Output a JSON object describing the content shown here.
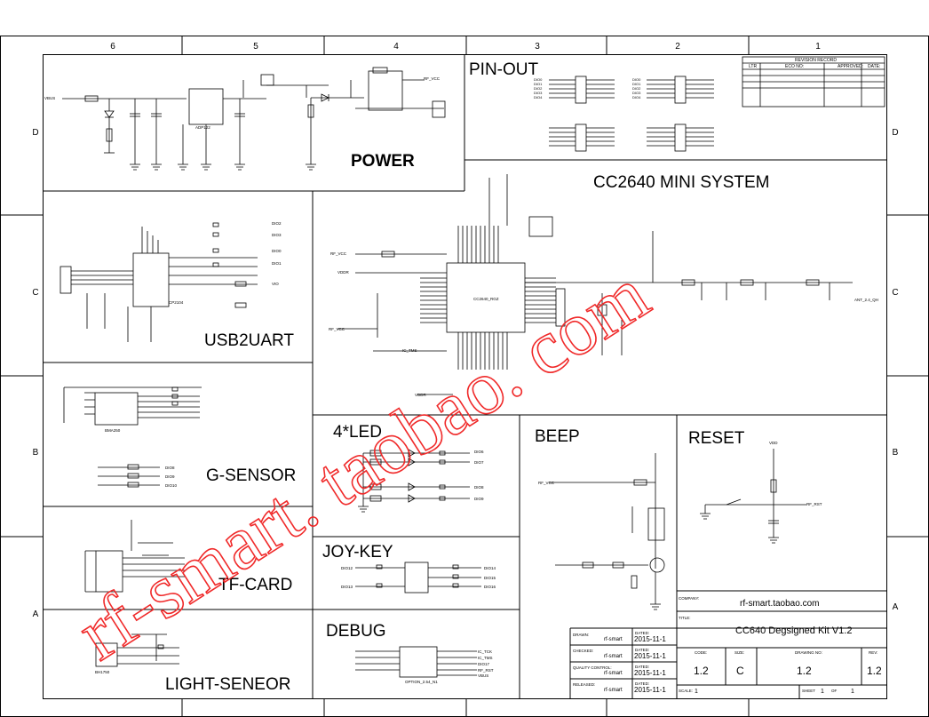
{
  "border": {
    "columns": [
      "6",
      "5",
      "4",
      "3",
      "2",
      "1"
    ],
    "rows": [
      "D",
      "C",
      "B",
      "A"
    ]
  },
  "sections": {
    "pin_out": "PIN-OUT",
    "power": "POWER",
    "cc2640": "CC2640 MINI SYSTEM",
    "usb2uart": "USB2UART",
    "g_sensor": "G-SENSOR",
    "tf_card": "TF-CARD",
    "light_sensor": "LIGHT-SENEOR",
    "led": "4*LED",
    "beep": "BEEP",
    "reset": "RESET",
    "joy_key": "JOY-KEY",
    "debug": "DEBUG"
  },
  "revision_record": {
    "title": "REVISION RECORD",
    "headers": [
      "LTR",
      "ECO NO:",
      "APPROVED:",
      "DATE:"
    ]
  },
  "components": {
    "ic_power": "ADP122",
    "ic_usb": "CP2104",
    "ic_gsensor": "BMA250",
    "ic_cc2640": "CC2640_RGZ",
    "ic_debug": "OPTION_2.54_N1",
    "ic_light": "BH1750",
    "net_vbus": "VBUS",
    "net_rfvcc": "RF_VCC",
    "net_vddr": "VDDR",
    "net_ic_tms": "IC_TMS",
    "net_rf_rst": "RF_RST",
    "net_vdd": "VDD",
    "ant": "ANT_2.4_QH",
    "pin_block": [
      "DIO0",
      "DIO1",
      "DIO2",
      "DIO3",
      "DIO4"
    ],
    "joy_nets": [
      "DIO12",
      "DIO13",
      "DIO14",
      "DIO15",
      "DIO16"
    ],
    "debug_nets": [
      "IC_TCK",
      "IC_TMS",
      "DIO17",
      "RF_RST",
      "VBUS"
    ],
    "led_nets": [
      "DIO6",
      "DIO7",
      "DIO8",
      "DIO9"
    ],
    "usb_nets": [
      "DIO2",
      "DIO3",
      "DIO0",
      "DIO1",
      "VIO"
    ],
    "g_nets": [
      "DIO8",
      "DIO9",
      "DIO10"
    ]
  },
  "title_block": {
    "company_label": "COMPANY:",
    "company": "rf-smart.taobao.com",
    "title_label": "TITLE:",
    "title": "CC640 Degsigned Kit V1.2",
    "rows": [
      {
        "label": "DRAWN:",
        "name": "rf-smart",
        "date_label": "DATED:",
        "date": "2015-11-1"
      },
      {
        "label": "CHECKED:",
        "name": "rf-smart",
        "date_label": "DATED:",
        "date": "2015-11-1"
      },
      {
        "label": "QUALITY CONTROL:",
        "name": "rf-smart",
        "date_label": "DATED:",
        "date": "2015-11-1"
      },
      {
        "label": "RELEASED:",
        "name": "rf-smart",
        "date_label": "DATED:",
        "date": "2015-11-1"
      }
    ],
    "code_label": "CODE:",
    "code": "1.2",
    "size_label": "SIZE:",
    "size": "C",
    "drawing_label": "DRAWING NO:",
    "drawing": "1.2",
    "rev_label": "REV:",
    "rev": "1.2",
    "scale_label": "SCALE:",
    "scale": "1",
    "sheet_label": "SHEET",
    "sheet": "1",
    "of_label": "OF",
    "of": "1"
  },
  "watermark": {
    "text": "rf-smart. taobao. com",
    "color": "#f02a2a"
  }
}
